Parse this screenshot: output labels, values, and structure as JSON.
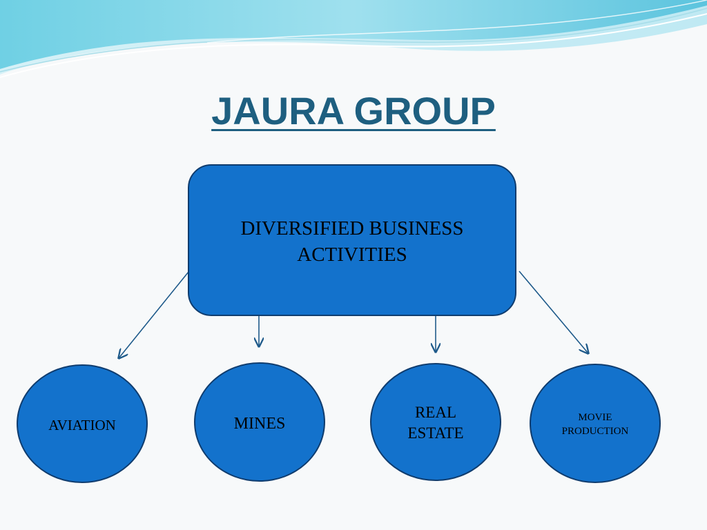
{
  "title": "JAURA GROUP",
  "root": {
    "label": "DIVERSIFIED BUSINESS\nACTIVITIES"
  },
  "children": [
    {
      "label": "AVIATION"
    },
    {
      "label": "MINES"
    },
    {
      "label": "REAL\nESTATE"
    },
    {
      "label": "MOVIE\nPRODUCTION"
    }
  ],
  "colors": {
    "title": "#1e5f80",
    "node_fill": "#1372cc",
    "node_border": "#0f3c6e",
    "arrow": "#1e5a8a",
    "wave_light": "#cfeef5",
    "wave_dark": "#8fd6e8"
  }
}
